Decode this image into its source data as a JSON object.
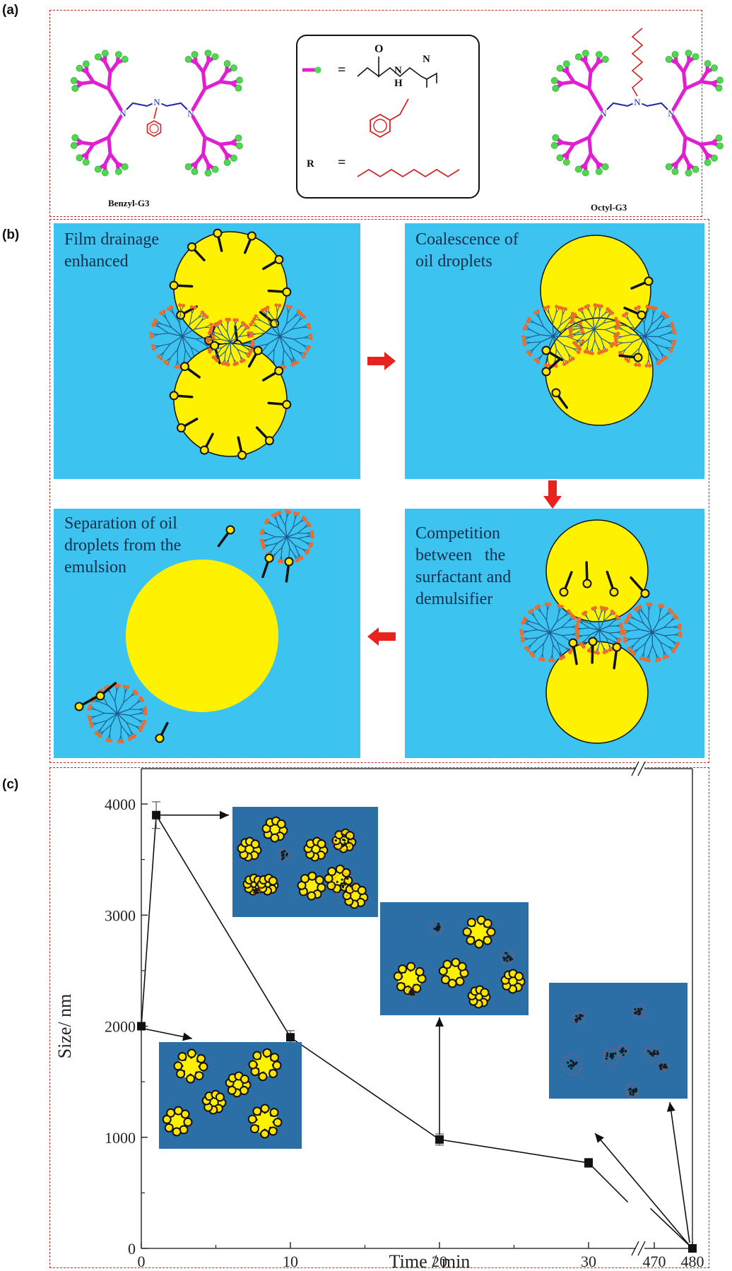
{
  "panels": {
    "a": {
      "label": "(a)",
      "molecule_left": "Benzyl-G3",
      "molecule_right": "Octyl-G3",
      "legend": {
        "branch_symbol": "=",
        "r_label": "R",
        "r_symbol": "=",
        "atom_o": "O",
        "atom_n": "N",
        "atom_h": "H"
      },
      "core_atom": "N",
      "colors": {
        "branch": "#e020d0",
        "terminal": "#4fd84f",
        "core": "#1a2aa8",
        "substituent": "#d42020"
      }
    },
    "b": {
      "label": "(b)",
      "steps": [
        {
          "caption_lines": [
            "Film drainage",
            "enhanced"
          ]
        },
        {
          "caption_lines": [
            "Coalescence of",
            "oil droplets"
          ]
        },
        {
          "caption_lines": [
            "Separation of oil",
            "droplets from the",
            "emulsion"
          ]
        },
        {
          "caption_lines": [
            "Competition",
            "between   the",
            "surfactant and",
            "demulsifier"
          ]
        }
      ],
      "colors": {
        "water": "#3cc3f0",
        "oil": "#fff200",
        "arrow": "#e8231d",
        "dendrimer": "#1d5a8a",
        "dendrimer_tip": "#f06a2a"
      }
    },
    "c": {
      "label": "(c)"
    }
  },
  "chart_data": {
    "type": "line",
    "xlabel": "Time / min",
    "ylabel": "Size/ nm",
    "x_ticks": [
      "0",
      "10",
      "20",
      "30",
      "470",
      "480"
    ],
    "y_ticks": [
      "0",
      "1000",
      "2000",
      "3000",
      "4000"
    ],
    "ylim": [
      0,
      4200
    ],
    "x_break": "between 30 and 470",
    "series": [
      {
        "x": [
          0,
          1,
          10,
          20,
          30,
          480
        ],
        "y": [
          2000,
          3900,
          1900,
          980,
          770,
          0
        ],
        "error": [
          0,
          120,
          60,
          50,
          40,
          0
        ]
      }
    ],
    "legend": "none",
    "grid": false
  }
}
